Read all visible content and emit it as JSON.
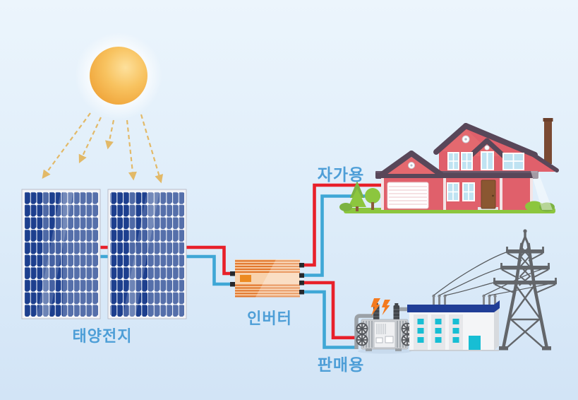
{
  "diagram": {
    "type": "solar-power-generation-flow",
    "labels": {
      "solar_panel": "태양전지",
      "inverter": "인버터",
      "self_use": "자가용",
      "for_sale": "판매용"
    },
    "components": [
      "sun",
      "sunlight-rays",
      "solar-panel-array",
      "inverter",
      "house",
      "transformer",
      "power-plant-building",
      "transmission-tower"
    ],
    "flows": [
      {
        "from": "sun",
        "to": "solar-panel-array",
        "via": "sunlight-rays"
      },
      {
        "from": "solar-panel-array",
        "to": "inverter",
        "wires": [
          "red",
          "blue"
        ]
      },
      {
        "from": "inverter",
        "to": "house",
        "use_label": "자가용",
        "wires": [
          "red",
          "blue"
        ]
      },
      {
        "from": "inverter",
        "to": "power-grid",
        "use_label": "판매용",
        "wires": [
          "red",
          "blue"
        ]
      }
    ],
    "colors": {
      "background_top": "#ecf5fc",
      "background_bottom": "#d2e4f6",
      "label_text": "#4d9ed7",
      "wire_red": "#e8202a",
      "wire_blue": "#3fa7d6",
      "sun_core": "#f6bc55",
      "sun_ray": "#e2b968",
      "panel_cell_dark": "#1d3f8e",
      "inverter_orange": "#e2772d",
      "house_wall": "#e0606b",
      "house_roof": "#584759",
      "plant_roof_navy": "#203e97",
      "plant_window_teal": "#17bed4",
      "tower_gray": "#63666a",
      "bolt_orange": "#f47a1f",
      "grass_green": "#8cc63e"
    }
  }
}
